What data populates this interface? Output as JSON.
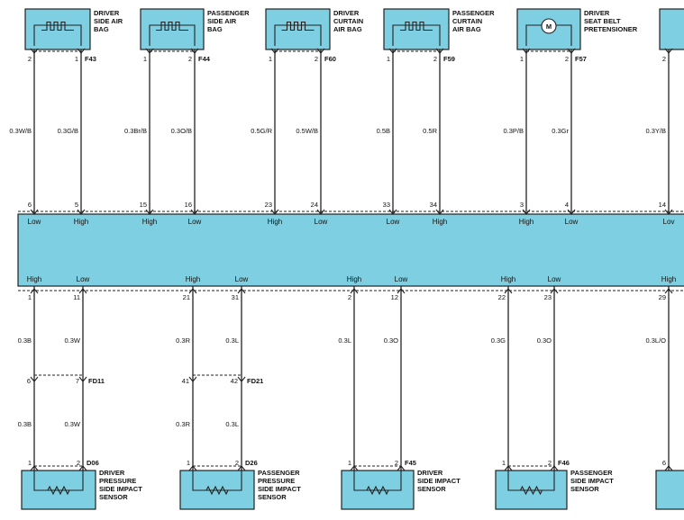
{
  "colors": {
    "ecu_fill": "#7ecfe1",
    "line": "#222222",
    "background": "#ffffff"
  },
  "ecu_top_pins": [
    {
      "pin": "6",
      "signal": "Low"
    },
    {
      "pin": "5",
      "signal": "High"
    },
    {
      "pin": "15",
      "signal": "High"
    },
    {
      "pin": "16",
      "signal": "Low"
    },
    {
      "pin": "23",
      "signal": "High"
    },
    {
      "pin": "24",
      "signal": "Low"
    },
    {
      "pin": "33",
      "signal": "Low"
    },
    {
      "pin": "34",
      "signal": "High"
    },
    {
      "pin": "3",
      "signal": "High"
    },
    {
      "pin": "4",
      "signal": "Low"
    },
    {
      "pin": "14",
      "signal": "Lov"
    }
  ],
  "ecu_bottom_pins": [
    {
      "pin": "1",
      "signal": "High"
    },
    {
      "pin": "11",
      "signal": "Low"
    },
    {
      "pin": "21",
      "signal": "High"
    },
    {
      "pin": "31",
      "signal": "Low"
    },
    {
      "pin": "2",
      "signal": "High"
    },
    {
      "pin": "12",
      "signal": "Low"
    },
    {
      "pin": "22",
      "signal": "High"
    },
    {
      "pin": "23",
      "signal": "Low"
    },
    {
      "pin": "29",
      "signal": "High"
    }
  ],
  "top_components": [
    {
      "name": "driver-side-air-bag",
      "label": [
        "DRIVER",
        "SIDE AIR",
        "BAG"
      ],
      "connector": "F43",
      "pin_left": "2",
      "pin_right": "1",
      "wire_left": "0.3W/B",
      "wire_right": "0.3G/B",
      "icon": "squib-icon"
    },
    {
      "name": "passenger-side-air-bag",
      "label": [
        "PASSENGER",
        "SIDE AIR",
        "BAG"
      ],
      "connector": "F44",
      "pin_left": "1",
      "pin_right": "2",
      "wire_left": "0.3Br/B",
      "wire_right": "0.3O/B",
      "icon": "squib-icon"
    },
    {
      "name": "driver-curtain-air-bag",
      "label": [
        "DRIVER",
        "CURTAIN",
        "AIR BAG"
      ],
      "connector": "F60",
      "pin_left": "1",
      "pin_right": "2",
      "wire_left": "0.5G/R",
      "wire_right": "0.5W/B",
      "icon": "squib-icon"
    },
    {
      "name": "passenger-curtain-air-bag",
      "label": [
        "PASSENGER",
        "CURTAIN",
        "AIR BAG"
      ],
      "connector": "F59",
      "pin_left": "1",
      "pin_right": "2",
      "wire_left": "0.5B",
      "wire_right": "0.5R",
      "icon": "squib-icon"
    },
    {
      "name": "driver-seat-belt-pretensioner",
      "label": [
        "DRIVER",
        "SEAT BELT",
        "PRETENSIONER"
      ],
      "connector": "F57",
      "pin_left": "1",
      "pin_right": "2",
      "wire_left": "0.3P/B",
      "wire_right": "0.3Gr",
      "icon": "motor-icon",
      "motor_letter": "M"
    },
    {
      "name": "partial-component",
      "label": [],
      "connector": "",
      "pin_left": "2",
      "pin_right": "",
      "wire_left": "0.3Y/B",
      "wire_right": "",
      "icon": ""
    }
  ],
  "bottom_components": [
    {
      "name": "driver-pressure-side-impact-sensor",
      "label": [
        "DRIVER",
        "PRESSURE",
        "SIDE IMPACT",
        "SENSOR"
      ],
      "connector": "D06",
      "pin_left": "1",
      "pin_right": "2",
      "wire_left_top": "0.3B",
      "wire_right_top": "0.3W",
      "wire_left_bottom": "0.3B",
      "wire_right_bottom": "0.3W",
      "joint": "FD11",
      "joint_pin_left": "6",
      "joint_pin_right": "7"
    },
    {
      "name": "passenger-pressure-side-impact-sensor",
      "label": [
        "PASSENGER",
        "PRESSURE",
        "SIDE IMPACT",
        "SENSOR"
      ],
      "connector": "D26",
      "pin_left": "1",
      "pin_right": "2",
      "wire_left_top": "0.3R",
      "wire_right_top": "0.3L",
      "wire_left_bottom": "0.3R",
      "wire_right_bottom": "0.3L",
      "joint": "FD21",
      "joint_pin_left": "41",
      "joint_pin_right": "42"
    },
    {
      "name": "driver-side-impact-sensor",
      "label": [
        "DRIVER",
        "SIDE IMPACT",
        "SENSOR"
      ],
      "connector": "F45",
      "pin_left": "1",
      "pin_right": "2",
      "wire_left": "0.3L",
      "wire_right": "0.3O"
    },
    {
      "name": "passenger-side-impact-sensor",
      "label": [
        "PASSENGER",
        "SIDE IMPACT",
        "SENSOR"
      ],
      "connector": "F46",
      "pin_left": "1",
      "pin_right": "2",
      "wire_left": "0.3G",
      "wire_right": "0.3O"
    },
    {
      "name": "partial-sensor",
      "label": [],
      "connector": "",
      "pin_left": "6",
      "pin_right": "",
      "wire_left": "0.3L/O",
      "wire_right": ""
    }
  ]
}
